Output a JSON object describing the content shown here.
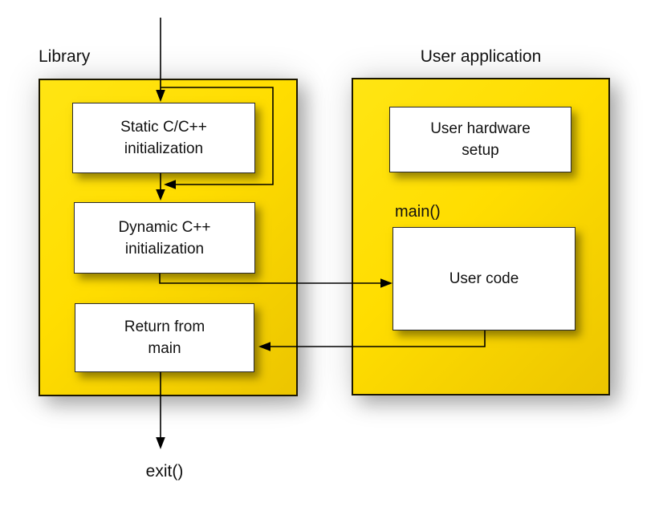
{
  "colors": {
    "panel_fill_light": "#ffe513",
    "panel_fill": "#ffdd00",
    "panel_fill_dark": "#ecc500",
    "panel_border": "#1c1700",
    "node_fill": "#ffffff",
    "node_border": "#2a2a2a",
    "line": "#000000",
    "text": "#111111",
    "background": "#ffffff"
  },
  "library": {
    "title": "Library",
    "nodes": {
      "static_init": {
        "label": "Static C/C++\ninitialization"
      },
      "dynamic_init": {
        "label": "Dynamic C++\ninitialization"
      },
      "return_main": {
        "label": "Return from\nmain"
      }
    }
  },
  "user_app": {
    "title": "User application",
    "main_label": "main()",
    "nodes": {
      "hardware_setup": {
        "label": "User hardware\nsetup"
      },
      "user_code": {
        "label": "User code"
      }
    }
  },
  "exit_label": "exit()",
  "edges": [
    {
      "name": "entry",
      "from": "start",
      "to": "static_init"
    },
    {
      "name": "static-init-loop",
      "from": "static_init",
      "to": "static_init"
    },
    {
      "name": "static-to-dynamic",
      "from": "static_init",
      "to": "dynamic_init"
    },
    {
      "name": "dynamic-to-usercode",
      "from": "dynamic_init",
      "to": "user_code"
    },
    {
      "name": "usercode-to-return",
      "from": "user_code",
      "to": "return_main"
    },
    {
      "name": "return-to-exit",
      "from": "return_main",
      "to": "exit"
    }
  ]
}
